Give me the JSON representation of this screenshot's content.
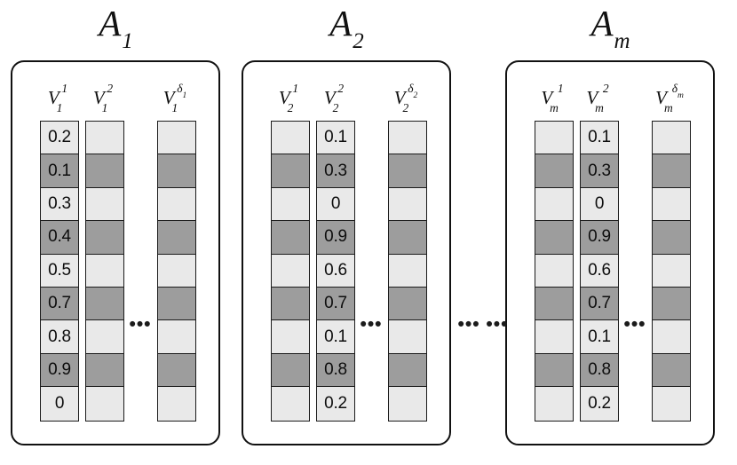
{
  "figure": {
    "colors": {
      "light_cell": "#e9e9e9",
      "dark_cell": "#9d9d9d",
      "stroke": "#1b1b1b",
      "background": "#ffffff"
    },
    "inner_ellipsis": "•••",
    "between_ellipsis": "••• •••",
    "row_count": 9,
    "groups": [
      {
        "id": "A1",
        "title_base": "A",
        "title_sub": "1",
        "labeled_column_index": 0,
        "columns": [
          {
            "label_base": "V",
            "label_sub": "1",
            "label_sup": "1",
            "label_sup_sub": "",
            "labeled": true,
            "cells": [
              {
                "value": "0.2",
                "shade": "light"
              },
              {
                "value": "0.1",
                "shade": "dark"
              },
              {
                "value": "0.3",
                "shade": "light"
              },
              {
                "value": "0.4",
                "shade": "dark"
              },
              {
                "value": "0.5",
                "shade": "light"
              },
              {
                "value": "0.7",
                "shade": "dark"
              },
              {
                "value": "0.8",
                "shade": "light"
              },
              {
                "value": "0.9",
                "shade": "dark"
              },
              {
                "value": "0",
                "shade": "light"
              }
            ]
          },
          {
            "label_base": "V",
            "label_sub": "1",
            "label_sup": "2",
            "label_sup_sub": "",
            "labeled": false,
            "cells": [
              {
                "value": "",
                "shade": "light"
              },
              {
                "value": "",
                "shade": "dark"
              },
              {
                "value": "",
                "shade": "light"
              },
              {
                "value": "",
                "shade": "dark"
              },
              {
                "value": "",
                "shade": "light"
              },
              {
                "value": "",
                "shade": "dark"
              },
              {
                "value": "",
                "shade": "light"
              },
              {
                "value": "",
                "shade": "dark"
              },
              {
                "value": "",
                "shade": "light"
              }
            ]
          },
          {
            "label_base": "V",
            "label_sub": "1",
            "label_sup": "δ",
            "label_sup_sub": "1",
            "labeled": false,
            "cells": [
              {
                "value": "",
                "shade": "light"
              },
              {
                "value": "",
                "shade": "dark"
              },
              {
                "value": "",
                "shade": "light"
              },
              {
                "value": "",
                "shade": "dark"
              },
              {
                "value": "",
                "shade": "light"
              },
              {
                "value": "",
                "shade": "dark"
              },
              {
                "value": "",
                "shade": "light"
              },
              {
                "value": "",
                "shade": "dark"
              },
              {
                "value": "",
                "shade": "light"
              }
            ]
          }
        ]
      },
      {
        "id": "A2",
        "title_base": "A",
        "title_sub": "2",
        "labeled_column_index": 1,
        "columns": [
          {
            "label_base": "V",
            "label_sub": "2",
            "label_sup": "1",
            "label_sup_sub": "",
            "labeled": false,
            "cells": [
              {
                "value": "",
                "shade": "light"
              },
              {
                "value": "",
                "shade": "dark"
              },
              {
                "value": "",
                "shade": "light"
              },
              {
                "value": "",
                "shade": "dark"
              },
              {
                "value": "",
                "shade": "light"
              },
              {
                "value": "",
                "shade": "dark"
              },
              {
                "value": "",
                "shade": "light"
              },
              {
                "value": "",
                "shade": "dark"
              },
              {
                "value": "",
                "shade": "light"
              }
            ]
          },
          {
            "label_base": "V",
            "label_sub": "2",
            "label_sup": "2",
            "label_sup_sub": "",
            "labeled": true,
            "cells": [
              {
                "value": "0.1",
                "shade": "light"
              },
              {
                "value": "0.3",
                "shade": "dark"
              },
              {
                "value": "0",
                "shade": "light"
              },
              {
                "value": "0.9",
                "shade": "dark"
              },
              {
                "value": "0.6",
                "shade": "light"
              },
              {
                "value": "0.7",
                "shade": "dark"
              },
              {
                "value": "0.1",
                "shade": "light"
              },
              {
                "value": "0.8",
                "shade": "dark"
              },
              {
                "value": "0.2",
                "shade": "light"
              }
            ]
          },
          {
            "label_base": "V",
            "label_sub": "2",
            "label_sup": "δ",
            "label_sup_sub": "2",
            "labeled": false,
            "cells": [
              {
                "value": "",
                "shade": "light"
              },
              {
                "value": "",
                "shade": "dark"
              },
              {
                "value": "",
                "shade": "light"
              },
              {
                "value": "",
                "shade": "dark"
              },
              {
                "value": "",
                "shade": "light"
              },
              {
                "value": "",
                "shade": "dark"
              },
              {
                "value": "",
                "shade": "light"
              },
              {
                "value": "",
                "shade": "dark"
              },
              {
                "value": "",
                "shade": "light"
              }
            ]
          }
        ]
      },
      {
        "id": "Am",
        "title_base": "A",
        "title_sub": "m",
        "labeled_column_index": 1,
        "columns": [
          {
            "label_base": "V",
            "label_sub": "m",
            "label_sup": "1",
            "label_sup_sub": "",
            "labeled": false,
            "cells": [
              {
                "value": "",
                "shade": "light"
              },
              {
                "value": "",
                "shade": "dark"
              },
              {
                "value": "",
                "shade": "light"
              },
              {
                "value": "",
                "shade": "dark"
              },
              {
                "value": "",
                "shade": "light"
              },
              {
                "value": "",
                "shade": "dark"
              },
              {
                "value": "",
                "shade": "light"
              },
              {
                "value": "",
                "shade": "dark"
              },
              {
                "value": "",
                "shade": "light"
              }
            ]
          },
          {
            "label_base": "V",
            "label_sub": "m",
            "label_sup": "2",
            "label_sup_sub": "",
            "labeled": true,
            "cells": [
              {
                "value": "0.1",
                "shade": "light"
              },
              {
                "value": "0.3",
                "shade": "dark"
              },
              {
                "value": "0",
                "shade": "light"
              },
              {
                "value": "0.9",
                "shade": "dark"
              },
              {
                "value": "0.6",
                "shade": "light"
              },
              {
                "value": "0.7",
                "shade": "dark"
              },
              {
                "value": "0.1",
                "shade": "light"
              },
              {
                "value": "0.8",
                "shade": "dark"
              },
              {
                "value": "0.2",
                "shade": "light"
              }
            ]
          },
          {
            "label_base": "V",
            "label_sub": "m",
            "label_sup": "δ",
            "label_sup_sub": "m",
            "labeled": false,
            "cells": [
              {
                "value": "",
                "shade": "light"
              },
              {
                "value": "",
                "shade": "dark"
              },
              {
                "value": "",
                "shade": "light"
              },
              {
                "value": "",
                "shade": "dark"
              },
              {
                "value": "",
                "shade": "light"
              },
              {
                "value": "",
                "shade": "dark"
              },
              {
                "value": "",
                "shade": "light"
              },
              {
                "value": "",
                "shade": "dark"
              },
              {
                "value": "",
                "shade": "light"
              }
            ]
          }
        ]
      }
    ]
  }
}
